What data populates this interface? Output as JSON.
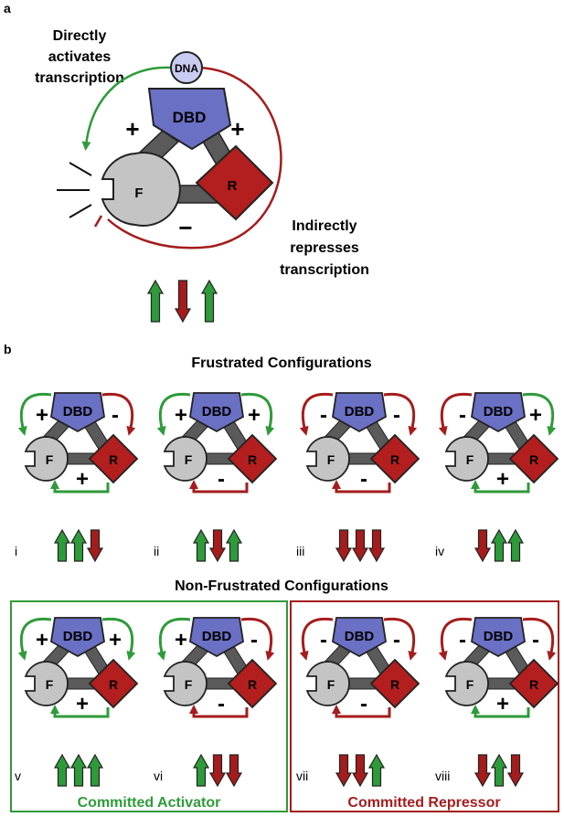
{
  "panel_a": {
    "letter": "a",
    "dna": "DNA",
    "dbd": "DBD",
    "f": "F",
    "r": "R",
    "plus": "+",
    "minus": "−",
    "activates_line1": "Directly",
    "activates_line2": "activates",
    "activates_line3": "transcription",
    "represses_line1": "Indirectly",
    "represses_line2": "represses",
    "represses_line3": "transcription"
  },
  "panel_b": {
    "letter": "b",
    "frustrated_title": "Frustrated Configurations",
    "nonfrustrated_title": "Non-Frustrated Configurations",
    "committed_activator": "Committed Activator",
    "committed_repressor": "Committed Repressor",
    "configs": [
      {
        "id": "i",
        "left": "+",
        "right": "-",
        "bottom": "+",
        "arrows": [
          "up",
          "up",
          "down"
        ]
      },
      {
        "id": "ii",
        "left": "+",
        "right": "+",
        "bottom": "-",
        "arrows": [
          "up",
          "down",
          "up"
        ]
      },
      {
        "id": "iii",
        "left": "-",
        "right": "-",
        "bottom": "-",
        "arrows": [
          "down",
          "down",
          "down"
        ]
      },
      {
        "id": "iv",
        "left": "-",
        "right": "+",
        "bottom": "+",
        "arrows": [
          "down",
          "up",
          "up"
        ]
      },
      {
        "id": "v",
        "left": "+",
        "right": "+",
        "bottom": "+",
        "arrows": [
          "up",
          "up",
          "up"
        ]
      },
      {
        "id": "vi",
        "left": "+",
        "right": "-",
        "bottom": "-",
        "arrows": [
          "up",
          "down",
          "down"
        ]
      },
      {
        "id": "vii",
        "left": "-",
        "right": "-",
        "bottom": "-",
        "arrows": [
          "down",
          "down",
          "up"
        ]
      },
      {
        "id": "viii",
        "left": "-",
        "right": "-",
        "bottom": "+",
        "arrows": [
          "down",
          "up",
          "down"
        ]
      }
    ],
    "labels": {
      "dbd": "DBD",
      "f": "F",
      "r": "R"
    }
  },
  "colors": {
    "green": "#2e9b3a",
    "red": "#a51c1c",
    "dbd_fill": "#6a70c4",
    "f_fill": "#c4c4c4",
    "r_fill": "#b31e1e",
    "gray_bar": "#5a5a5a",
    "activator_frame": "#2e9b3a",
    "repressor_frame": "#a51c1c"
  }
}
